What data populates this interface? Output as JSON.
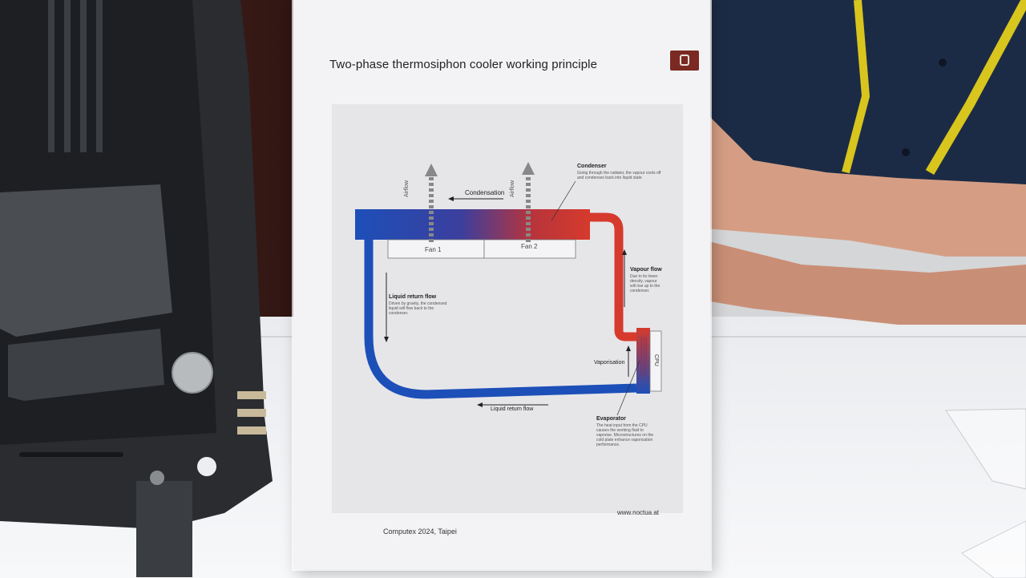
{
  "sign": {
    "title": "Two-phase thermosiphon cooler working principle",
    "footer_left": "Computex 2024, Taipei",
    "footer_right": "www.noctua.at"
  },
  "diagram": {
    "condenser_title": "Condenser",
    "condenser_desc": "Going through the radiator, the vapour cools off and condenses back into liquid state",
    "condensation": "Condensation",
    "airflow": "Airflow",
    "fan1": "Fan 1",
    "fan2": "Fan 2",
    "liquid_return_title": "Liquid return flow",
    "liquid_return_desc": "Driven by gravity, the condensed liquid will flow back to the condenser.",
    "liquid_return_bottom": "Liquid return flow",
    "vapour_title": "Vapour flow",
    "vapour_desc": "Due to its lower density, vapour will rise up to the condenser.",
    "vaporisation": "Vaporisation",
    "cpu": "CPU",
    "evaporator_title": "Evaporator",
    "evaporator_desc": "The heat input from the CPU causes the working fluid to vaporise. Microstructures on the cold plate enhance vaporisation performance."
  },
  "colors": {
    "cold": "#1d4fb8",
    "hot": "#d63a2c",
    "brand": "#7a2a22"
  }
}
